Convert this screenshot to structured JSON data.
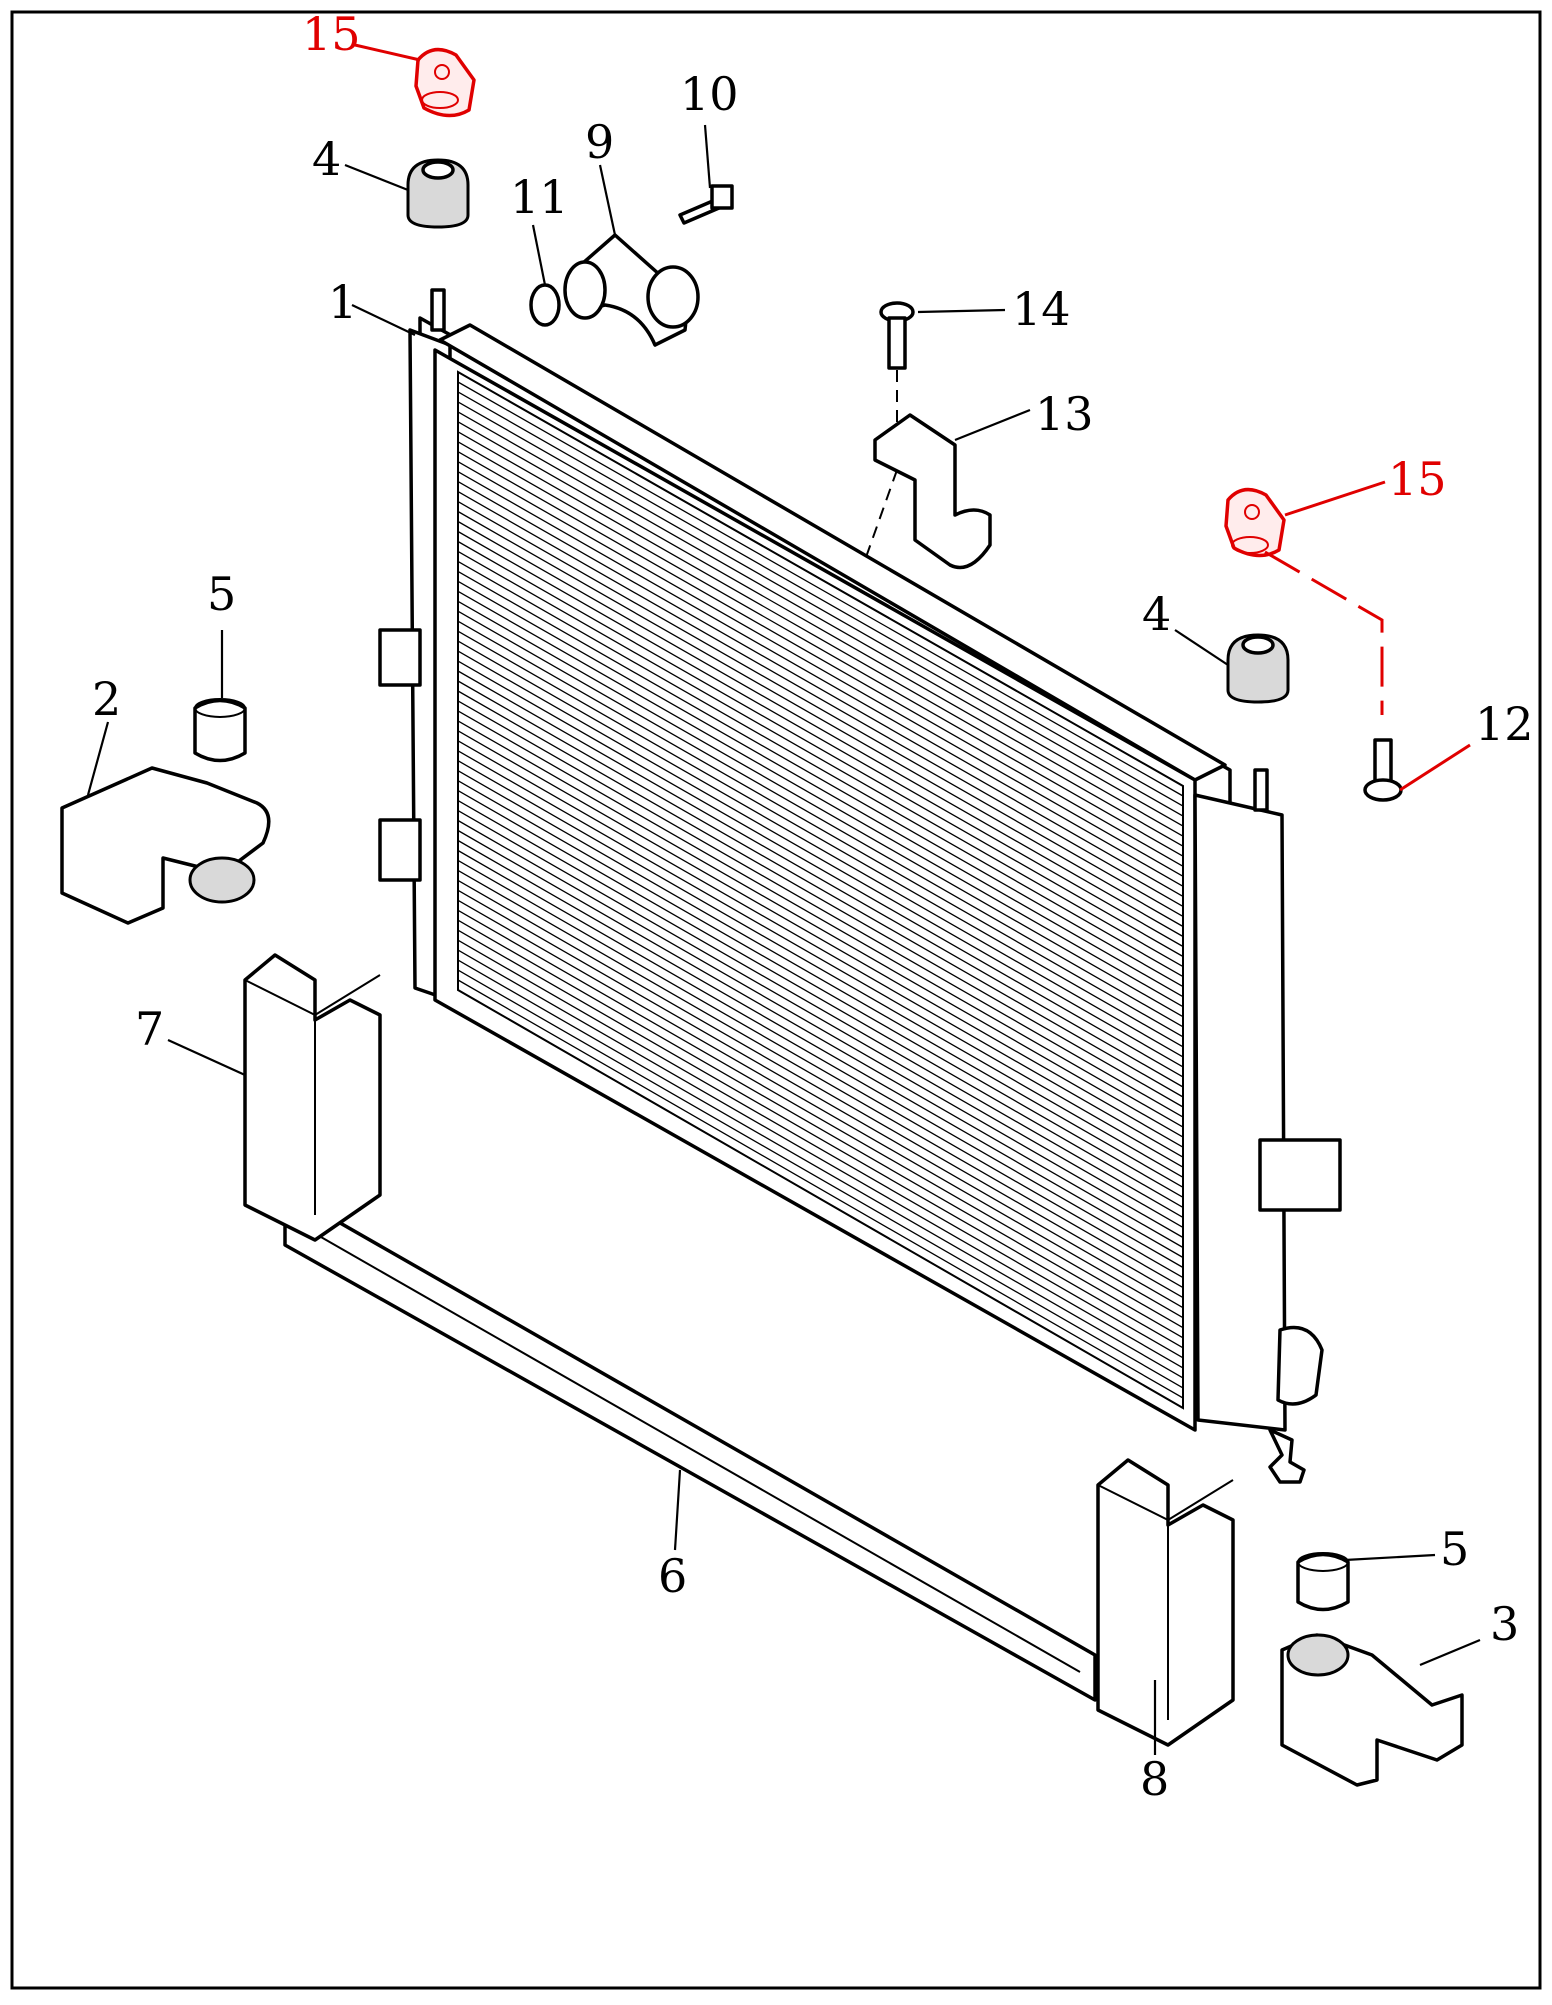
{
  "labels": {
    "l1": "1",
    "l2": "2",
    "l3": "3",
    "l4a": "4",
    "l4b": "4",
    "l5a": "5",
    "l5b": "5",
    "l6": "6",
    "l7": "7",
    "l8": "8",
    "l9": "9",
    "l10": "10",
    "l11": "11",
    "l12": "12",
    "l13": "13",
    "l14": "14",
    "l15a": "15",
    "l15b": "15"
  },
  "colors": {
    "line": "#000000",
    "highlight": "#e00000",
    "background": "#ffffff"
  }
}
